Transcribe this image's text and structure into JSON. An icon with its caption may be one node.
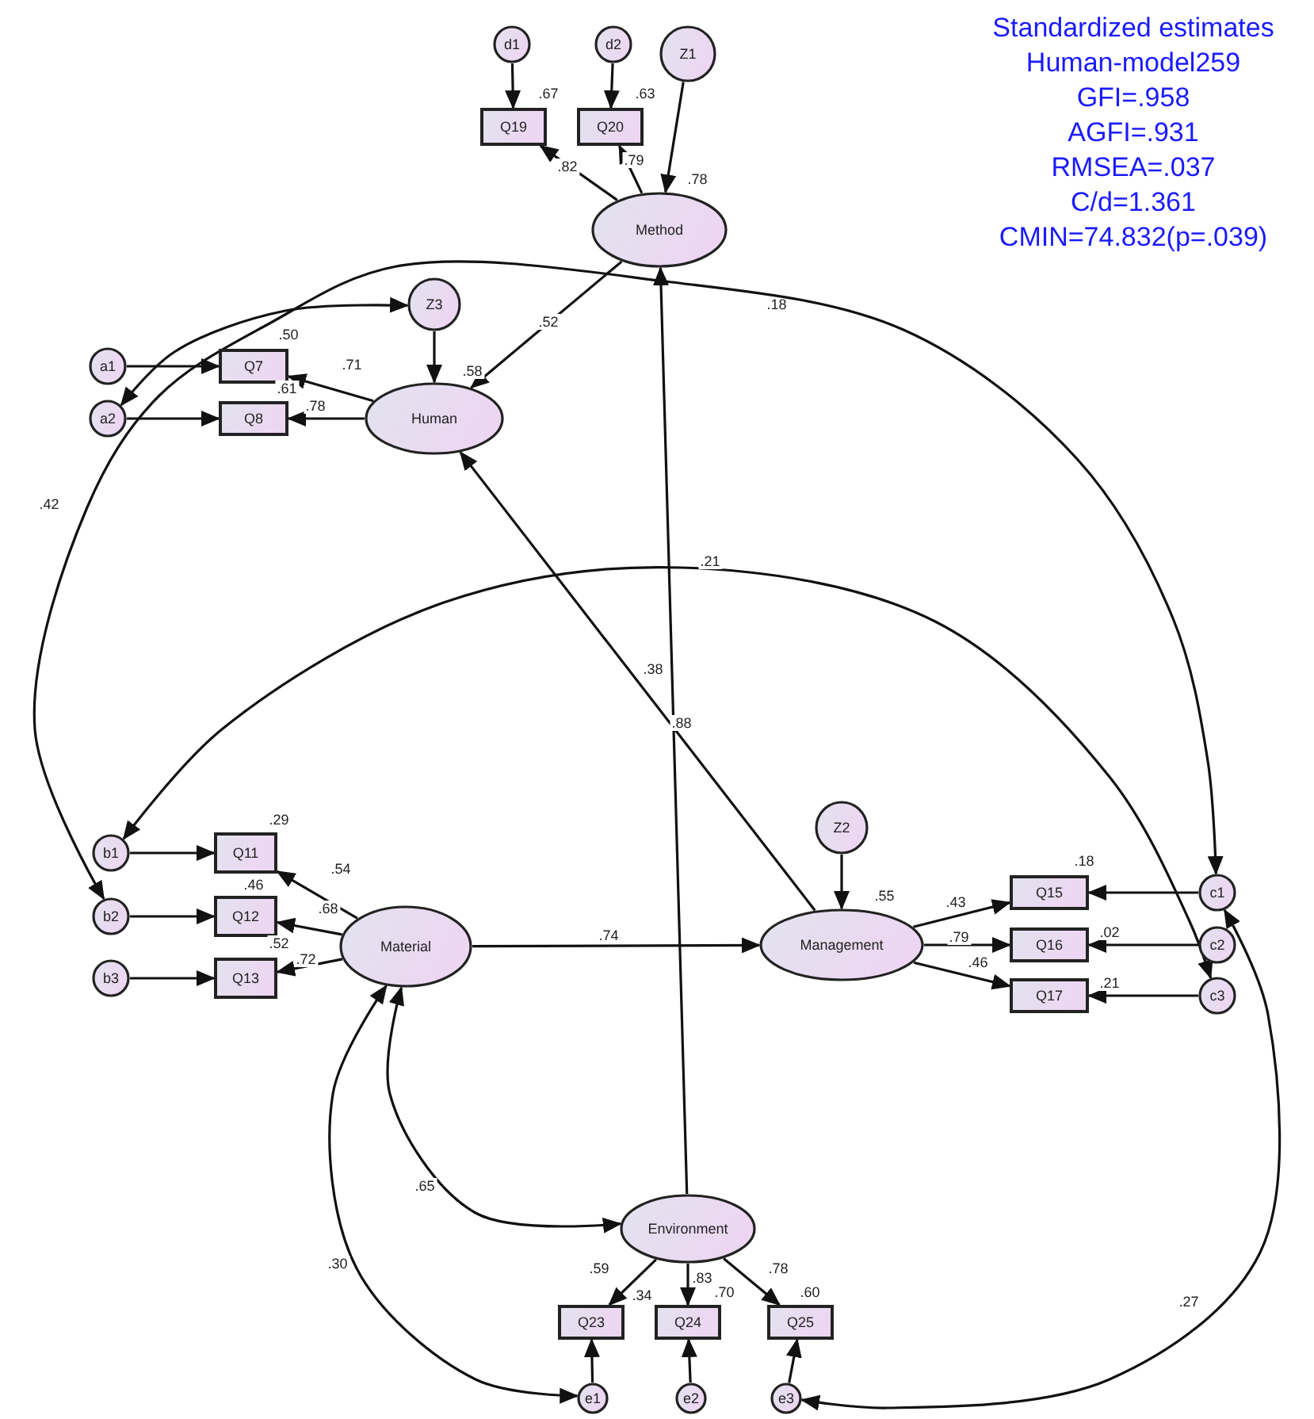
{
  "diagram": {
    "nodes": [
      {
        "text": [
          "d1"
        ]
      },
      {
        "text": [
          "d2"
        ]
      },
      {
        "text": [
          "Z1"
        ]
      },
      {
        "text": [
          "Q19"
        ],
        "beside": [
          ".67"
        ]
      },
      {
        "text": [
          "Q20"
        ],
        "beside": [
          ".63"
        ]
      },
      {
        "text": [
          "Method"
        ],
        "beside": [
          ".78"
        ]
      },
      {
        "text": [
          "Z3"
        ]
      },
      {
        "text": [
          "a1"
        ]
      },
      {
        "text": [
          "Q7"
        ],
        "beside": [
          ".50"
        ]
      },
      {
        "text": [
          "a2"
        ]
      },
      {
        "text": [
          "Q8"
        ],
        "beside": [
          ".61"
        ]
      },
      {
        "text": [
          "Human"
        ],
        "beside": [
          ".58"
        ]
      },
      {
        "text": [
          "b1"
        ]
      },
      {
        "text": [
          "Q11"
        ],
        "beside": [
          ".29"
        ]
      },
      {
        "text": [
          "b2"
        ]
      },
      {
        "text": [
          "Q12"
        ],
        "beside": [
          ".46"
        ]
      },
      {
        "text": [
          "b3"
        ]
      },
      {
        "text": [
          "Q13"
        ],
        "beside": [
          ".52"
        ]
      },
      {
        "text": [
          "Material"
        ]
      },
      {
        "text": [
          "Z2"
        ]
      },
      {
        "text": [
          "Management"
        ],
        "beside": [
          ".55"
        ]
      },
      {
        "text": [
          "Q15"
        ],
        "beside": [
          ".18"
        ]
      },
      {
        "text": [
          "Q16"
        ],
        "beside": [
          ".02"
        ]
      },
      {
        "text": [
          "Q17"
        ],
        "beside": [
          ".21"
        ]
      },
      {
        "text": [
          "c1"
        ]
      },
      {
        "text": [
          "c2"
        ]
      },
      {
        "text": [
          "c3"
        ]
      },
      {
        "text": [
          "Environment"
        ]
      },
      {
        "text": [
          "Q23"
        ],
        "beside": [
          ".34"
        ]
      },
      {
        "text": [
          "Q24"
        ],
        "beside": [
          ".70"
        ]
      },
      {
        "text": [
          "Q25"
        ],
        "beside": [
          ".60"
        ]
      },
      {
        "text": [
          "e1"
        ]
      },
      {
        "text": [
          "e2"
        ]
      },
      {
        "text": [
          "e3"
        ]
      }
    ],
    "edges": [
      {
        "from": 0,
        "to": 3,
        "arrow": "to"
      },
      {
        "from": 1,
        "to": 4,
        "arrow": "to"
      },
      {
        "from": 2,
        "to": 5,
        "arrow": "to"
      },
      {
        "from": 5,
        "to": 3,
        "arrow": "to",
        "label": ".82"
      },
      {
        "from": 5,
        "to": 4,
        "arrow": "to",
        "label": ".79"
      },
      {
        "from": 5,
        "to": 11,
        "arrow": "to",
        "label": ".52"
      },
      {
        "from": 6,
        "to": 11,
        "arrow": "to"
      },
      {
        "from": 7,
        "to": 8,
        "arrow": "to"
      },
      {
        "from": 9,
        "to": 10,
        "arrow": "to"
      },
      {
        "from": 11,
        "to": 8,
        "arrow": "to",
        "label": ".71"
      },
      {
        "from": 11,
        "to": 10,
        "arrow": "to",
        "label": ".78"
      },
      {
        "from": 9,
        "to": 6,
        "arrow": "both"
      },
      {
        "from": 14,
        "to": 24,
        "arrow": "both",
        "label": ".42"
      },
      {
        "from": 12,
        "to": 26,
        "arrow": "both",
        "label": ".21"
      },
      {
        "from": 12,
        "to": 13,
        "arrow": "to"
      },
      {
        "from": 14,
        "to": 15,
        "arrow": "to"
      },
      {
        "from": 16,
        "to": 17,
        "arrow": "to"
      },
      {
        "from": 18,
        "to": 13,
        "arrow": "to",
        "label": ".54"
      },
      {
        "from": 18,
        "to": 15,
        "arrow": "to",
        "label": ".68"
      },
      {
        "from": 18,
        "to": 17,
        "arrow": "to",
        "label": ".72"
      },
      {
        "from": 18,
        "to": 20,
        "arrow": "to",
        "label": ".74"
      },
      {
        "from": 20,
        "to": 11,
        "arrow": "to",
        "label": ".38"
      },
      {
        "from": 27,
        "to": 5,
        "arrow": "to",
        "label": ".88"
      },
      {
        "from": 19,
        "to": 20,
        "arrow": "to"
      },
      {
        "from": 20,
        "to": 21,
        "arrow": "to",
        "label": ".43"
      },
      {
        "from": 20,
        "to": 22,
        "arrow": "to",
        "label": ".79"
      },
      {
        "from": 20,
        "to": 23,
        "arrow": "to",
        "label": ".46"
      },
      {
        "from": 24,
        "to": 21,
        "arrow": "to"
      },
      {
        "from": 25,
        "to": 22,
        "arrow": "to"
      },
      {
        "from": 26,
        "to": 23,
        "arrow": "to"
      },
      {
        "from": 18,
        "to": 27,
        "arrow": "both",
        "label": ".65"
      },
      {
        "from": 18,
        "to": 31,
        "arrow": "both",
        "label": ".30"
      },
      {
        "from": 24,
        "to": 33,
        "arrow": "both",
        "label": ".27"
      },
      {
        "from": 27,
        "to": 28,
        "arrow": "to",
        "label": ".59"
      },
      {
        "from": 27,
        "to": 29,
        "arrow": "to",
        "label": ".83"
      },
      {
        "from": 27,
        "to": 30,
        "arrow": "to",
        "label": ".78"
      },
      {
        "from": 31,
        "to": 28,
        "arrow": "to"
      },
      {
        "from": 32,
        "to": 29,
        "arrow": "to"
      },
      {
        "from": 33,
        "to": 30,
        "arrow": "to"
      }
    ],
    "labels": [
      "Standardized estimates",
      "Human-model259",
      "GFI=.958",
      "AGFI=.931",
      "RMSEA=.037",
      "C/d=1.361",
      "CMIN=74.832(p=.039)",
      ".18"
    ]
  }
}
